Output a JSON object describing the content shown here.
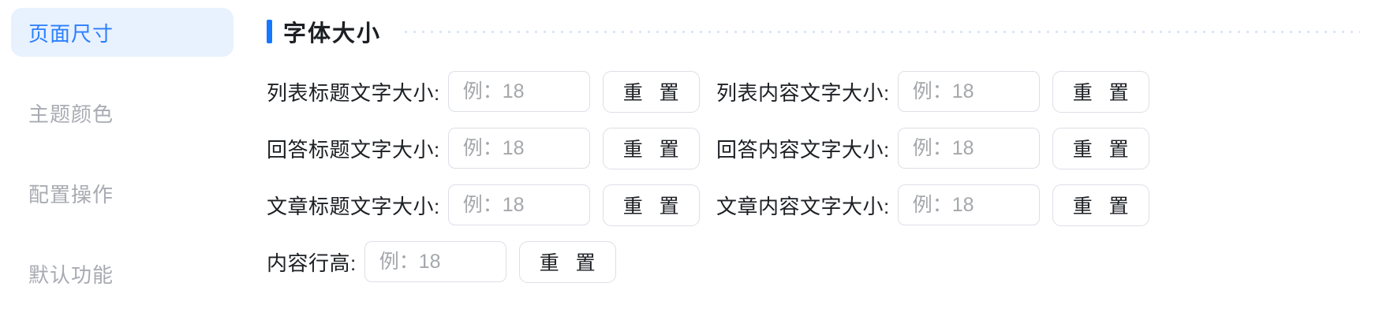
{
  "sidebar": {
    "items": [
      {
        "label": "页面尺寸",
        "active": true
      },
      {
        "label": "主题颜色",
        "active": false
      },
      {
        "label": "配置操作",
        "active": false
      },
      {
        "label": "默认功能",
        "active": false
      }
    ]
  },
  "colors": {
    "accent": "#1677ff",
    "active_nav_text": "#2a7fff",
    "active_nav_bg": "#e8f1fe",
    "nav_text": "#a8abb2",
    "border": "#dcdfe6",
    "dots": "#d6e4fb"
  },
  "section": {
    "title": "字体大小",
    "accent_bar": "accent-bar",
    "divider": "dotted-divider"
  },
  "form": {
    "placeholder": "例：18",
    "reset_label": "重 置",
    "rows": [
      {
        "left": {
          "label": "列表标题文字大小:",
          "value": "",
          "placeholder": "例：18",
          "reset": "重 置"
        },
        "right": {
          "label": "列表内容文字大小:",
          "value": "",
          "placeholder": "例：18",
          "reset": "重 置"
        }
      },
      {
        "left": {
          "label": "回答标题文字大小:",
          "value": "",
          "placeholder": "例：18",
          "reset": "重 置"
        },
        "right": {
          "label": "回答内容文字大小:",
          "value": "",
          "placeholder": "例：18",
          "reset": "重 置"
        }
      },
      {
        "left": {
          "label": "文章标题文字大小:",
          "value": "",
          "placeholder": "例：18",
          "reset": "重 置"
        },
        "right": {
          "label": "文章内容文字大小:",
          "value": "",
          "placeholder": "例：18",
          "reset": "重 置"
        }
      },
      {
        "left": {
          "label": "内容行高:",
          "value": "",
          "placeholder": "例：18",
          "reset": "重 置"
        },
        "right": null
      }
    ]
  }
}
